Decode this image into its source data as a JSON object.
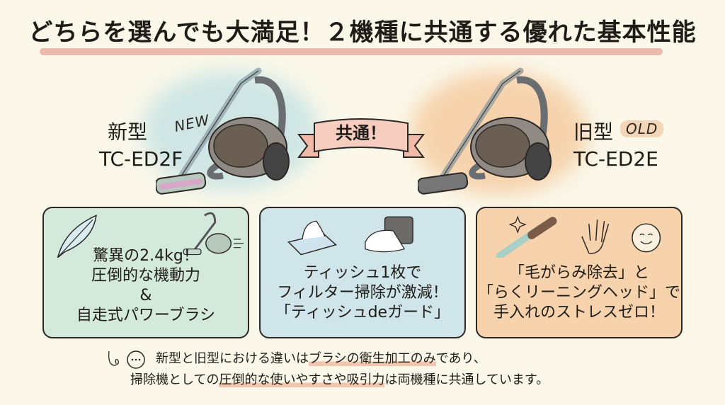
{
  "title": "どちらを選んでも大満足！２機種に共通する優れた基本性能",
  "colors": {
    "background": "#fbf8ea",
    "title_underline": "#e9b3a4",
    "card_green": "#d3e9dc",
    "card_blue": "#cfe5ea",
    "card_orange": "#f6d2ad",
    "ribbon": "#f7cdbf",
    "highlight": "#f2c6ae"
  },
  "models": {
    "new": {
      "kind": "新型",
      "code": "TC-ED2F",
      "badge": "NEW",
      "icon": "vacuum-cleaner-icon"
    },
    "old": {
      "kind": "旧型",
      "code": "TC-ED2E",
      "badge": "OLD",
      "icon": "vacuum-cleaner-icon"
    }
  },
  "ribbon": {
    "label": "共通！"
  },
  "cards": [
    {
      "icons": [
        "feather-icon",
        "vacuum-moving-icon"
      ],
      "lines": [
        "驚異の2.4kg！",
        "圧倒的な機動力",
        "&",
        "自走式パワーブラシ"
      ]
    },
    {
      "icons": [
        "tissue-box-icon",
        "filter-with-tissue-icon"
      ],
      "lines": [
        "ティッシュ1枚で",
        "フィルター掃除が激減！",
        "「ティッシュdeガード」"
      ]
    },
    {
      "icons": [
        "sparkle-icon",
        "hairbrush-icon",
        "hand-icon",
        "smiley-icon"
      ],
      "lines": [
        "「毛がらみ除去」と",
        "「らくリーニングヘッド」で",
        "手入れのストレスゼロ！"
      ]
    }
  ],
  "note": {
    "icon": "speech-bubble-icon",
    "line1_a": "新型と旧型における違いは",
    "line1_hl": "ブラシの衛生加工のみ",
    "line1_b": "であり、",
    "line2_a": "掃除機としての",
    "line2_hl": "圧倒的な使いやすさや吸引力",
    "line2_b": "は両機種に共通しています。"
  }
}
